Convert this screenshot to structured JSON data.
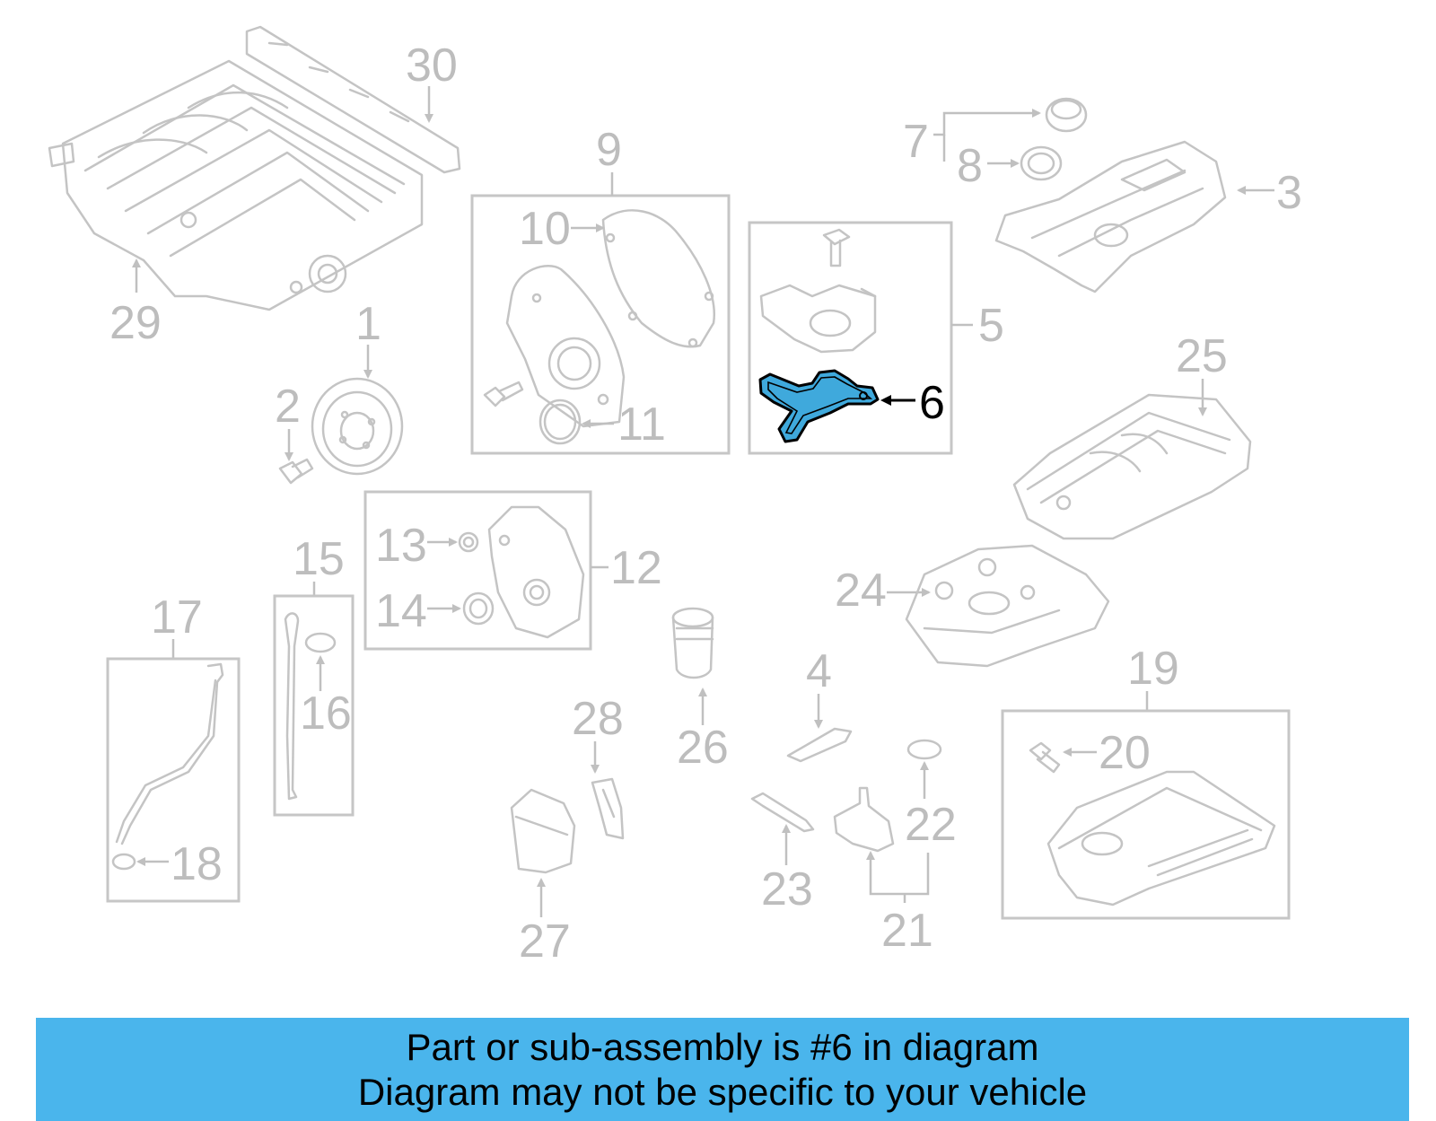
{
  "diagram": {
    "highlight_color": "#3fa9dc",
    "label_color": "#bdbdbd",
    "highlight_label_color": "#000000",
    "callouts": {
      "c1": "1",
      "c2": "2",
      "c3": "3",
      "c4": "4",
      "c5": "5",
      "c6": "6",
      "c7": "7",
      "c8": "8",
      "c9": "9",
      "c10": "10",
      "c11": "11",
      "c12": "12",
      "c13": "13",
      "c14": "14",
      "c15": "15",
      "c16": "16",
      "c17": "17",
      "c18": "18",
      "c19": "19",
      "c20": "20",
      "c21": "21",
      "c22": "22",
      "c23": "23",
      "c24": "24",
      "c25": "25",
      "c26": "26",
      "c27": "27",
      "c28": "28",
      "c29": "29",
      "c30": "30"
    },
    "highlighted_part": "6"
  },
  "banner": {
    "background": "#4ab5ec",
    "line1": "Part or sub-assembly is #6 in diagram",
    "line2": "Diagram may not be specific to your vehicle"
  }
}
